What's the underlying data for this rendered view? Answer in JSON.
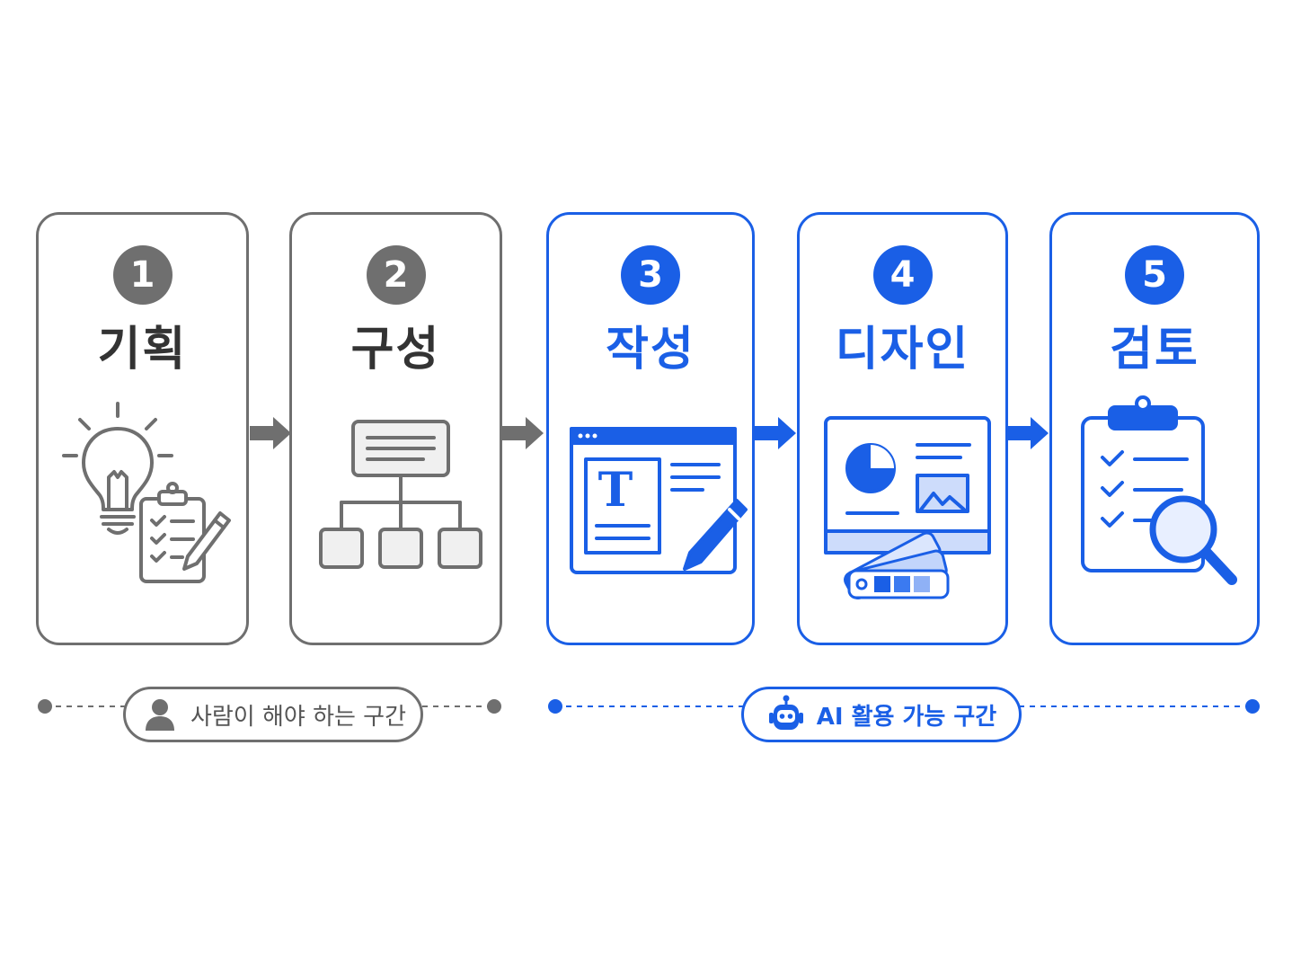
{
  "steps": [
    {
      "number": "1",
      "title": "기획",
      "icon": "lightbulb-checklist-icon"
    },
    {
      "number": "2",
      "title": "구성",
      "icon": "structure-tree-icon"
    },
    {
      "number": "3",
      "title": "작성",
      "icon": "text-editor-pencil-icon"
    },
    {
      "number": "4",
      "title": "디자인",
      "icon": "monitor-palette-icon"
    },
    {
      "number": "5",
      "title": "검토",
      "icon": "clipboard-magnifier-icon"
    }
  ],
  "segments": {
    "human": {
      "label": "사람이 해야 하는 구간",
      "icon": "person-icon"
    },
    "ai": {
      "label": "AI 활용 가능 구간",
      "icon": "robot-icon"
    }
  },
  "colors": {
    "gray": "#6f6f6f",
    "blue": "#1a5fe6",
    "light_blue": "#e8efff"
  }
}
